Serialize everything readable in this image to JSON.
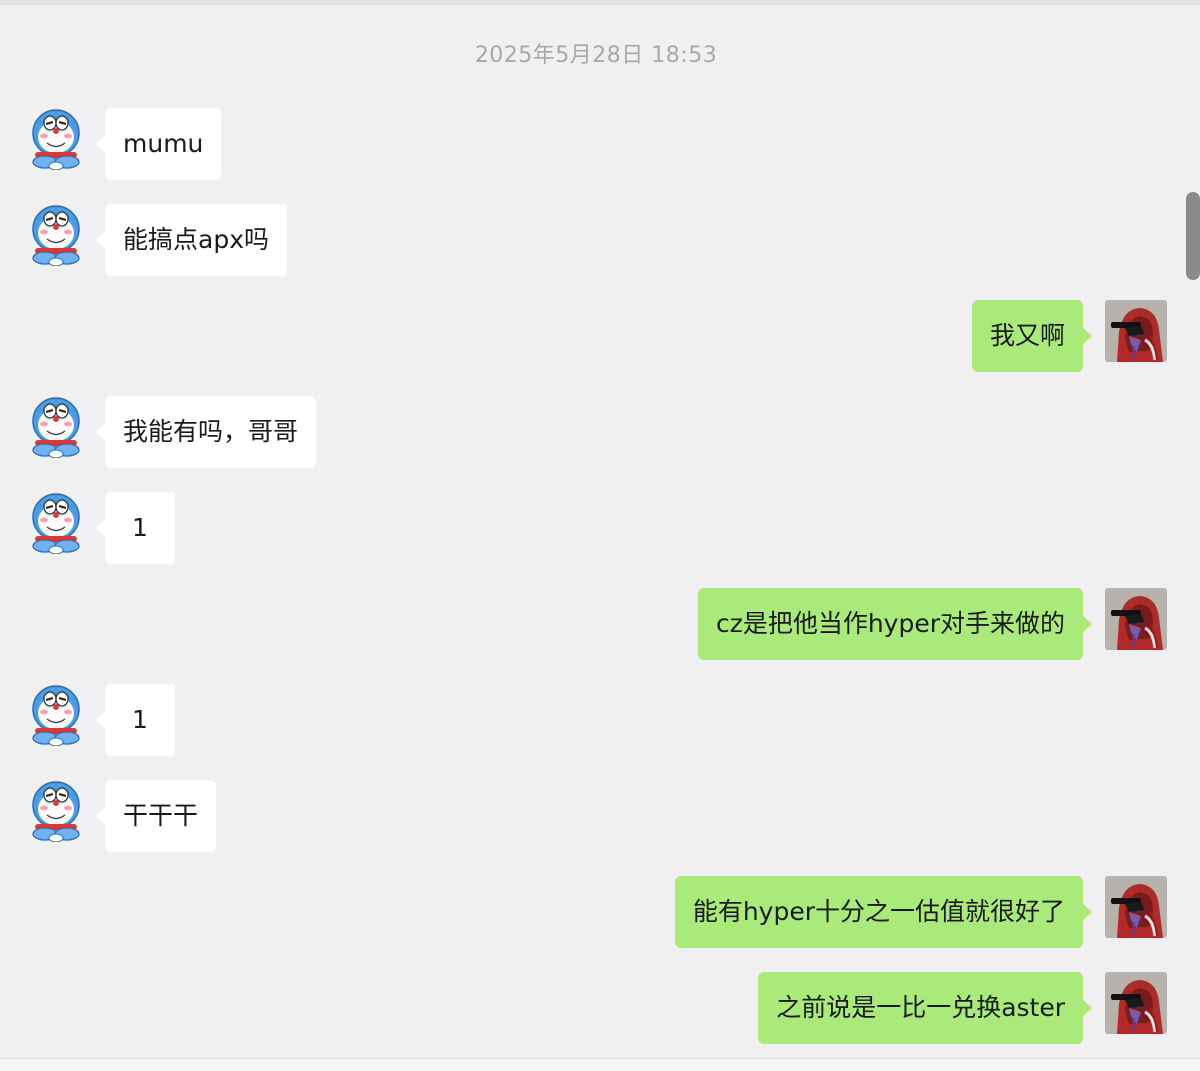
{
  "chat": {
    "timestamp": "2025年5月28日 18:53",
    "colors": {
      "background": "#f0f0f0",
      "incoming_bubble": "#ffffff",
      "outgoing_bubble": "#a9ea7a"
    },
    "messages": [
      {
        "sender": "other",
        "avatar": "doraemon-avatar",
        "text": "mumu"
      },
      {
        "sender": "other",
        "avatar": "doraemon-avatar",
        "text": "能搞点apx吗"
      },
      {
        "sender": "self",
        "avatar": "red-hood-avatar",
        "text": "我又啊"
      },
      {
        "sender": "other",
        "avatar": "doraemon-avatar",
        "text": "我能有吗，哥哥"
      },
      {
        "sender": "other",
        "avatar": "doraemon-avatar",
        "text": "1"
      },
      {
        "sender": "self",
        "avatar": "red-hood-avatar",
        "text": "cz是把他当作hyper对手来做的"
      },
      {
        "sender": "other",
        "avatar": "doraemon-avatar",
        "text": "1"
      },
      {
        "sender": "other",
        "avatar": "doraemon-avatar",
        "text": "干干干"
      },
      {
        "sender": "self",
        "avatar": "red-hood-avatar",
        "text": "能有hyper十分之一估值就很好了"
      },
      {
        "sender": "self",
        "avatar": "red-hood-avatar",
        "text": "之前说是一比一兑换aster"
      }
    ]
  }
}
